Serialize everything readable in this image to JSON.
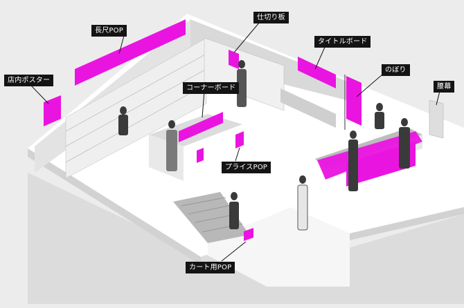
{
  "labels": {
    "long_pop": "長尺POP",
    "partition": "仕切り板",
    "title_board": "タイトルボード",
    "store_poster": "店内ポスター",
    "corner_board": "コーナーボード",
    "nobori": "のぼり",
    "waist_curtain": "腰幕",
    "price_pop": "プライスPOP",
    "cart_pop": "カート用POP"
  },
  "colors": {
    "accent": "#ea14e0",
    "floor": "#ffffff",
    "background": "#ececec",
    "label_bg": "#141414",
    "label_text": "#ffffff"
  }
}
